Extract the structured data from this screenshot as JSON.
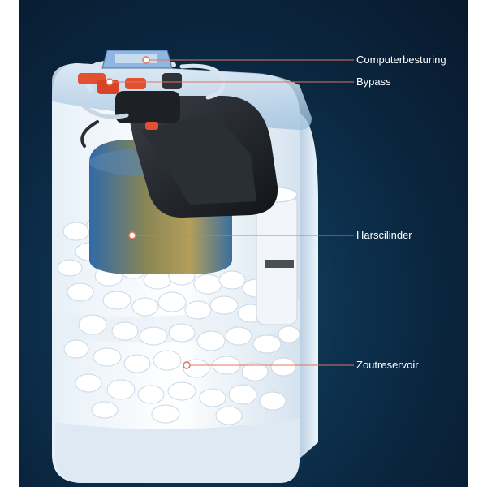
{
  "labels": {
    "computer": "Computerbesturing",
    "bypass": "Bypass",
    "resin": "Harscilinder",
    "salt": "Zoutreservoir"
  },
  "colors": {
    "background_dark": "#08192c",
    "background_light": "#174d6f",
    "leader_line": "#e0745c",
    "label_text": "#ffffff"
  }
}
